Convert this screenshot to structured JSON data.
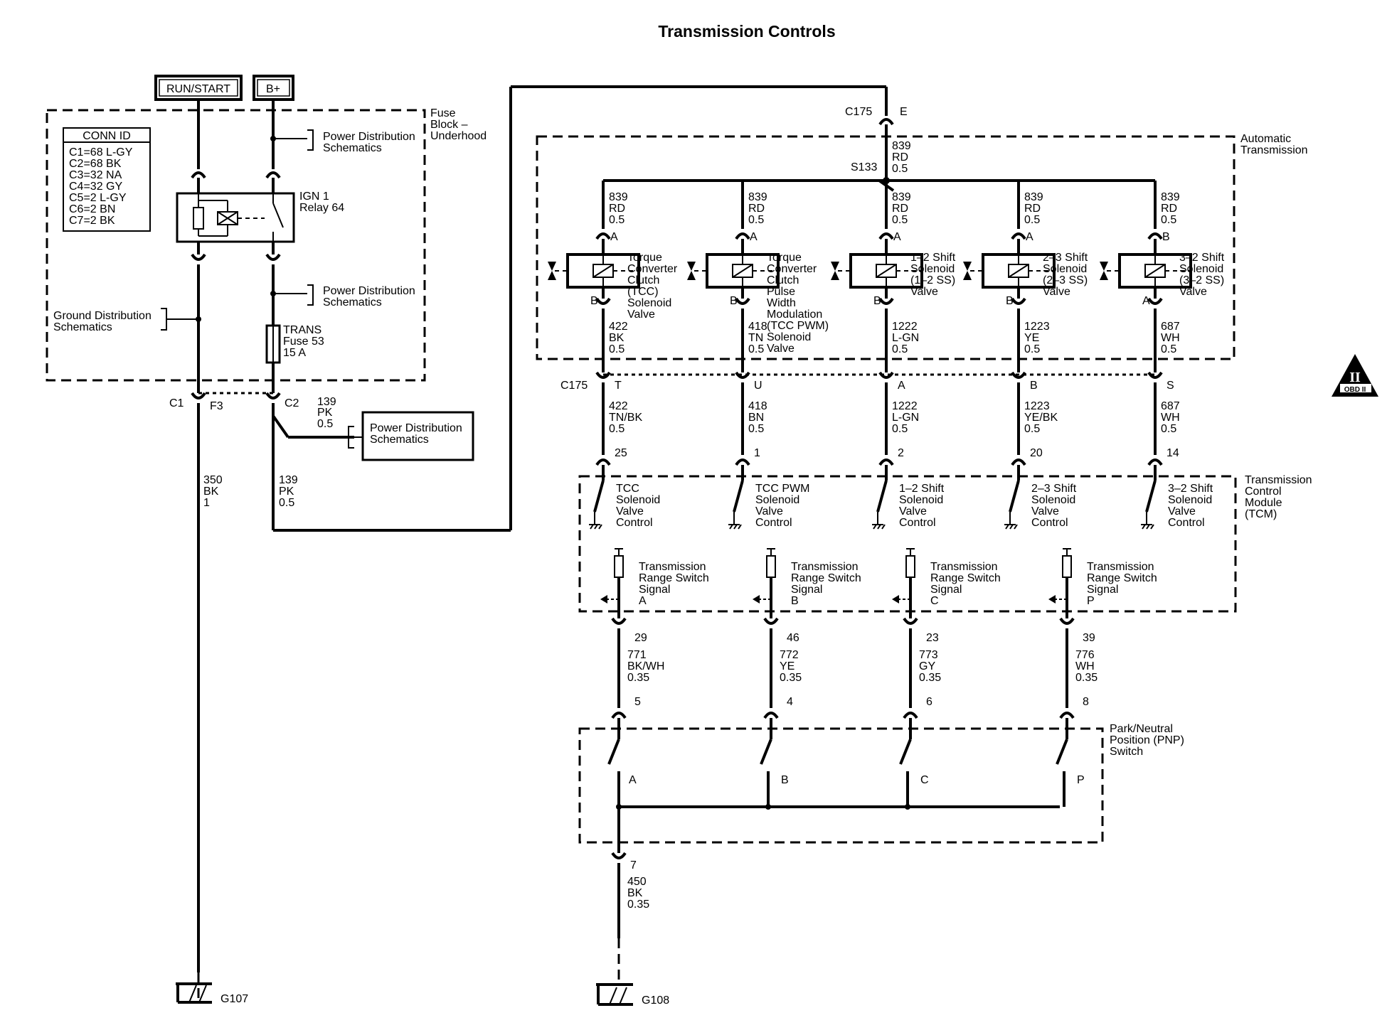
{
  "title": "Transmission Controls",
  "sources": {
    "run_start": "RUN/START",
    "b_plus": "B+"
  },
  "fuse_block": {
    "label": [
      "Fuse",
      "Block –",
      "Underhood"
    ],
    "conn_id": {
      "heading": "CONN ID",
      "rows": [
        "C1=68 L-GY",
        "C2=68 BK",
        "C3=32 NA",
        "C4=32 GY",
        "C5=2 L-GY",
        "C6=2 BN",
        "C7=2 BK"
      ]
    },
    "relay": [
      "IGN 1",
      "Relay 64"
    ],
    "fuse": [
      "TRANS",
      "Fuse 53",
      "15 A"
    ],
    "power_dist": [
      "Power Distribution",
      "Schematics"
    ],
    "ground_dist": [
      "Ground Distribution",
      "Schematics"
    ],
    "c1": "C1",
    "f3": "F3",
    "c2": "C2"
  },
  "wires_left": {
    "w139_top": [
      "139",
      "PK",
      "0.5"
    ],
    "w139_bottom": [
      "139",
      "PK",
      "0.5"
    ],
    "w350": [
      "350",
      "BK",
      "1"
    ],
    "power_dist_box": [
      "Power Distribution",
      "Schematics"
    ],
    "ground_g107": "G107"
  },
  "auto_trans": {
    "label": [
      "Automatic",
      "Transmission"
    ],
    "c175_top": "C175",
    "pin_e": "E",
    "feed_wire": [
      "839",
      "RD",
      "0.5"
    ],
    "splice": "S133",
    "c175_bottom": "C175",
    "solenoids": [
      {
        "wire_in": [
          "839",
          "RD",
          "0.5"
        ],
        "pin_in": "A",
        "name": [
          "Torque",
          "Converter",
          "Clutch",
          "(TCC)",
          "Solenoid",
          "Valve"
        ],
        "pin_out": "B",
        "wire_out": [
          "422",
          "BK",
          "0.5"
        ],
        "conn_pin": "T",
        "wire_ext": [
          "422",
          "TN/BK",
          "0.5"
        ],
        "tcm_pin": "25",
        "tcm_label": [
          "TCC",
          "Solenoid",
          "Valve",
          "Control"
        ]
      },
      {
        "wire_in": [
          "839",
          "RD",
          "0.5"
        ],
        "pin_in": "A",
        "name": [
          "Torque",
          "Converter",
          "Clutch",
          "Pulse",
          "Width",
          "Modulation",
          "(TCC PWM)",
          "Solenoid",
          "Valve"
        ],
        "pin_out": "B",
        "wire_out": [
          "418",
          "TN",
          "0.5"
        ],
        "conn_pin": "U",
        "wire_ext": [
          "418",
          "BN",
          "0.5"
        ],
        "tcm_pin": "1",
        "tcm_label": [
          "TCC PWM",
          "Solenoid",
          "Valve",
          "Control"
        ]
      },
      {
        "wire_in": [
          "839",
          "RD",
          "0.5"
        ],
        "pin_in": "A",
        "name": [
          "1–2 Shift",
          "Solenoid",
          "(1–2 SS)",
          "Valve"
        ],
        "pin_out": "B",
        "wire_out": [
          "1222",
          "L-GN",
          "0.5"
        ],
        "conn_pin": "A",
        "wire_ext": [
          "1222",
          "L-GN",
          "0.5"
        ],
        "tcm_pin": "2",
        "tcm_label": [
          "1–2 Shift",
          "Solenoid",
          "Valve",
          "Control"
        ]
      },
      {
        "wire_in": [
          "839",
          "RD",
          "0.5"
        ],
        "pin_in": "A",
        "name": [
          "2–3 Shift",
          "Solenoid",
          "(2–3 SS)",
          "Valve"
        ],
        "pin_out": "B",
        "wire_out": [
          "1223",
          "YE",
          "0.5"
        ],
        "conn_pin": "B",
        "wire_ext": [
          "1223",
          "YE/BK",
          "0.5"
        ],
        "tcm_pin": "20",
        "tcm_label": [
          "2–3 Shift",
          "Solenoid",
          "Valve",
          "Control"
        ]
      },
      {
        "wire_in": [
          "839",
          "RD",
          "0.5"
        ],
        "pin_in": "B",
        "name": [
          "3–2 Shift",
          "Solenoid",
          "(3–2 SS)",
          "Valve"
        ],
        "pin_out": "A",
        "wire_out": [
          "687",
          "WH",
          "0.5"
        ],
        "conn_pin": "S",
        "wire_ext": [
          "687",
          "WH",
          "0.5"
        ],
        "tcm_pin": "14",
        "tcm_label": [
          "3–2 Shift",
          "Solenoid",
          "Valve",
          "Control"
        ]
      }
    ]
  },
  "tcm": {
    "label": [
      "Transmission",
      "Control",
      "Module",
      "(TCM)"
    ],
    "range_signals": [
      {
        "label": [
          "Transmission",
          "Range Switch",
          "Signal",
          "A"
        ],
        "tcm_pin": "29",
        "wire": [
          "771",
          "BK/WH",
          "0.35"
        ],
        "pnp_pin": "5",
        "pnp_contact": "A"
      },
      {
        "label": [
          "Transmission",
          "Range Switch",
          "Signal",
          "B"
        ],
        "tcm_pin": "46",
        "wire": [
          "772",
          "YE",
          "0.35"
        ],
        "pnp_pin": "4",
        "pnp_contact": "B"
      },
      {
        "label": [
          "Transmission",
          "Range Switch",
          "Signal",
          "C"
        ],
        "tcm_pin": "23",
        "wire": [
          "773",
          "GY",
          "0.35"
        ],
        "pnp_pin": "6",
        "pnp_contact": "C"
      },
      {
        "label": [
          "Transmission",
          "Range Switch",
          "Signal",
          "P"
        ],
        "tcm_pin": "39",
        "wire": [
          "776",
          "WH",
          "0.35"
        ],
        "pnp_pin": "8",
        "pnp_contact": "P"
      }
    ]
  },
  "pnp": {
    "label": [
      "Park/Neutral",
      "Position (PNP)",
      "Switch"
    ],
    "ground_pin": "7",
    "ground_wire": [
      "450",
      "BK",
      "0.35"
    ],
    "ground": "G108"
  },
  "obd_badge": {
    "top": "II",
    "bottom": "OBD II"
  }
}
